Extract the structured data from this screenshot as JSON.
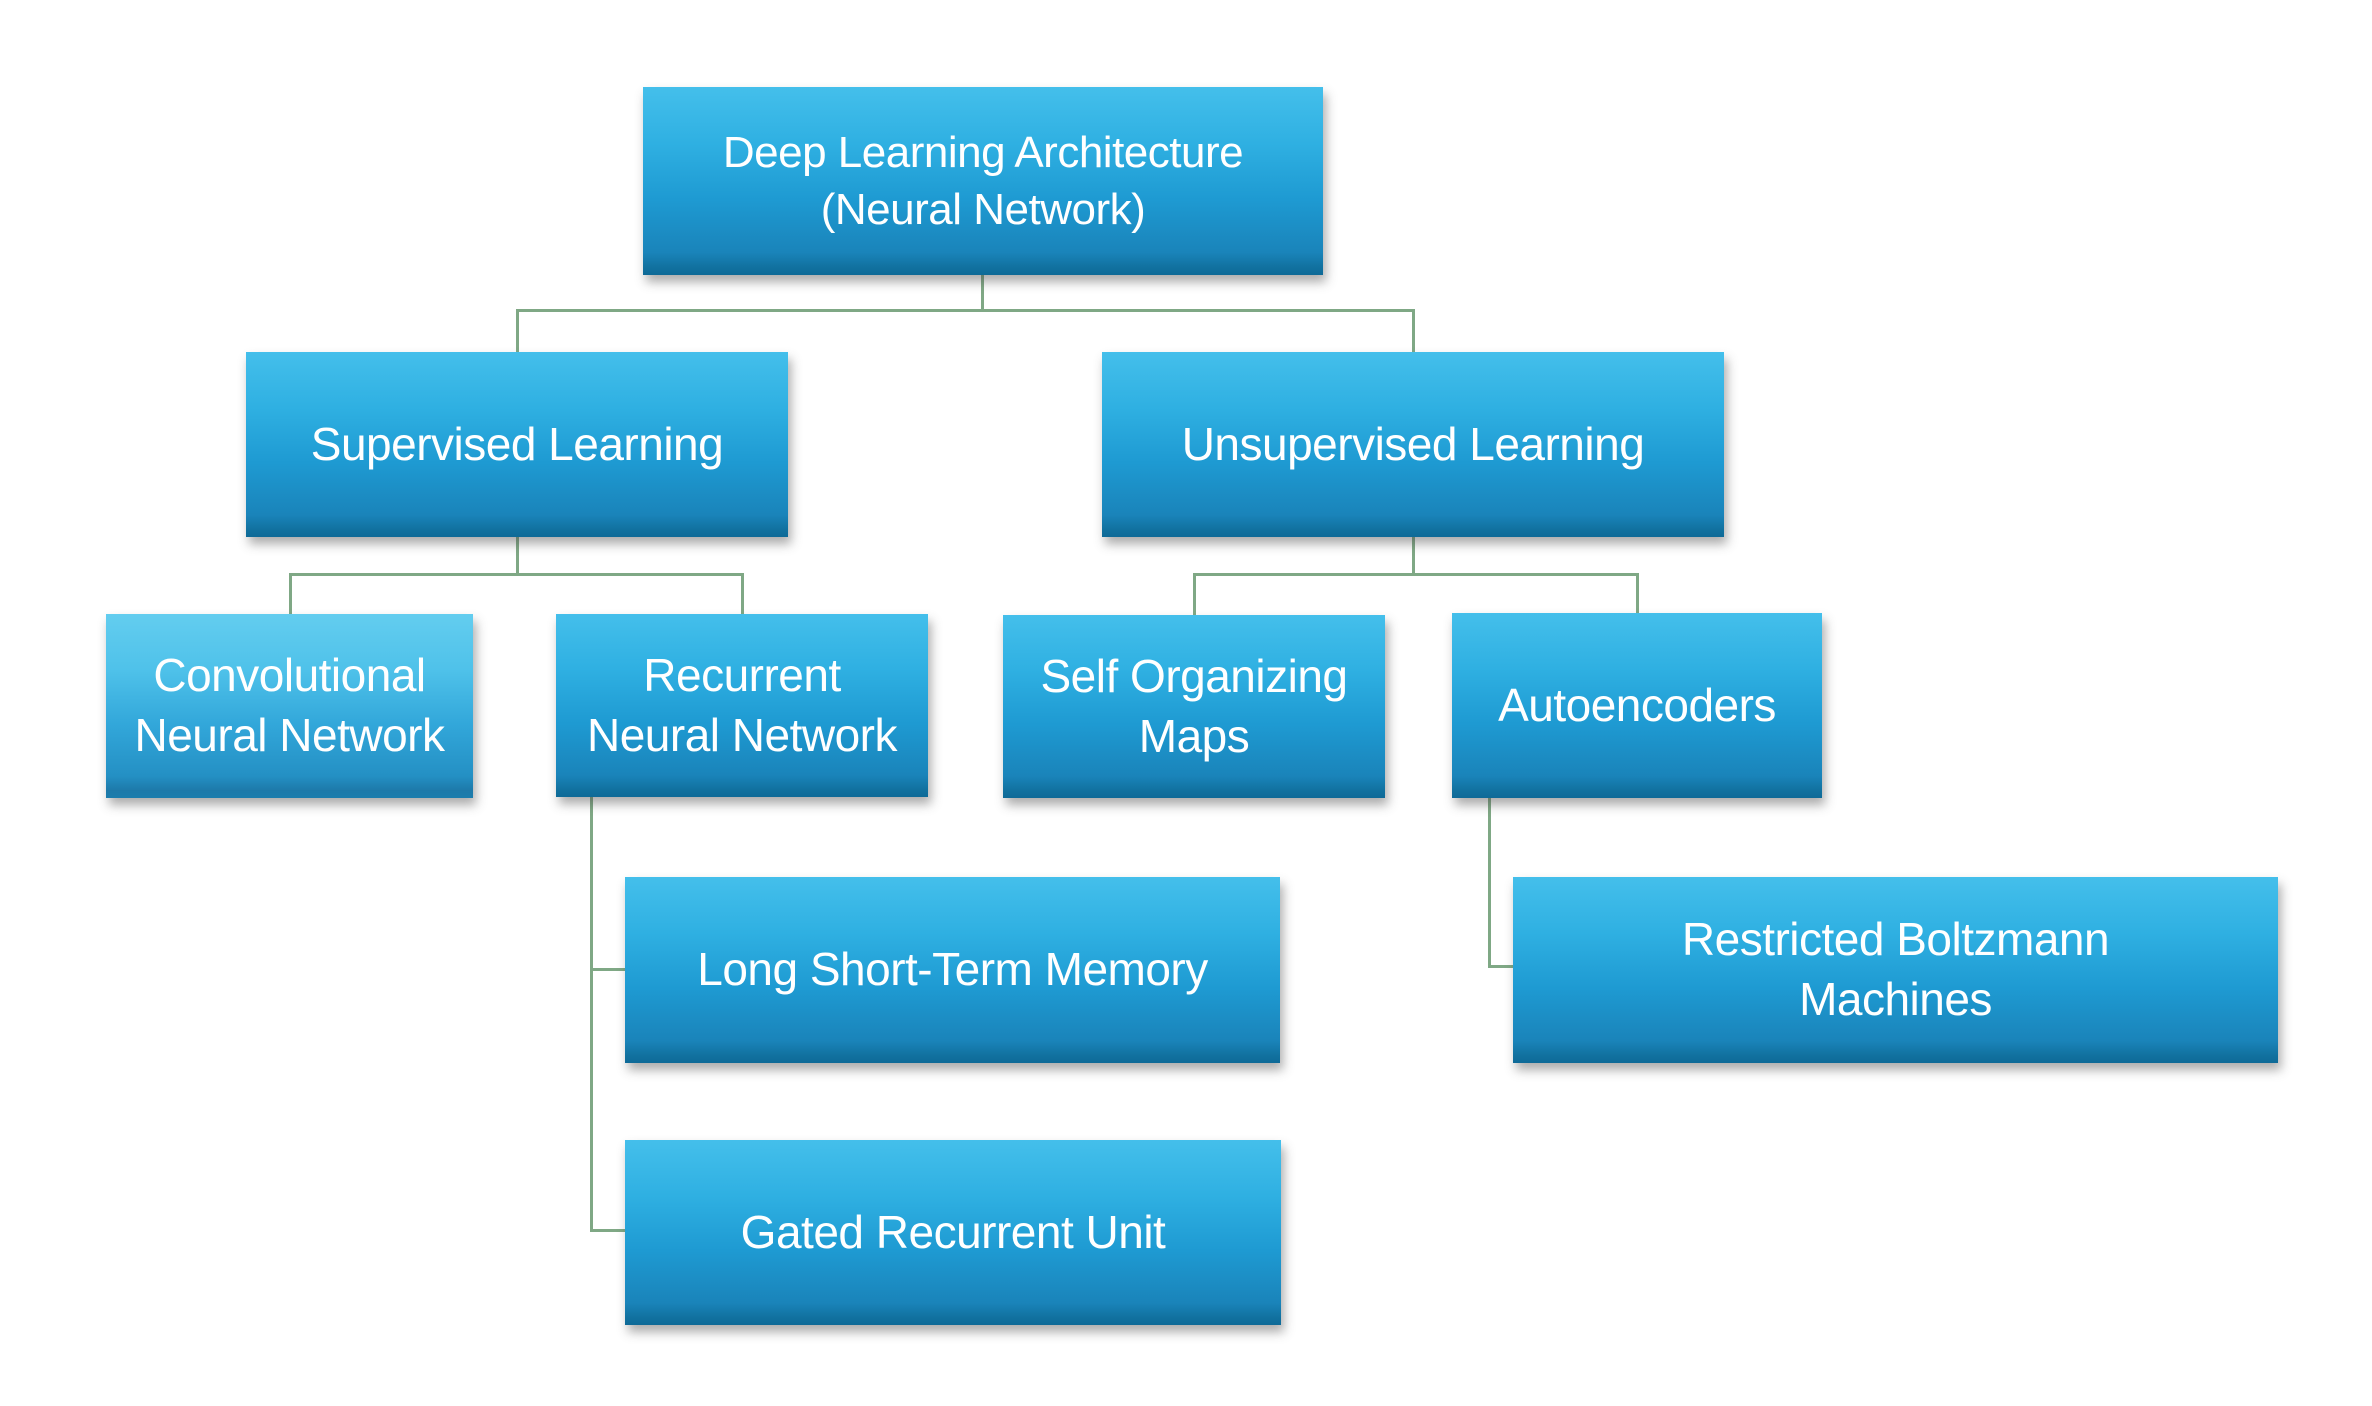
{
  "diagram": {
    "kind": "hierarchy-org-chart",
    "root_label": "Deep Learning Architecture (Neural Network)"
  },
  "colors": {
    "background": "#ffffff",
    "node_text": "#ffffff",
    "node_gradient_top": "#44bfeb",
    "node_gradient_bottom": "#0e6a97",
    "node_light_gradient_top": "#63cdef",
    "node_light_gradient_bottom": "#1b7dad",
    "connector": "#7fa885"
  },
  "nodes": {
    "root": {
      "label": "Deep Learning Architecture\n(Neural Network)"
    },
    "supervised": {
      "label": "Supervised Learning"
    },
    "unsupervised": {
      "label": "Unsupervised Learning"
    },
    "cnn": {
      "label": "Convolutional\nNeural Network"
    },
    "rnn": {
      "label": "Recurrent\nNeural Network"
    },
    "som": {
      "label": "Self Organizing\nMaps"
    },
    "autoencoders": {
      "label": "Autoencoders"
    },
    "lstm": {
      "label": "Long Short-Term Memory"
    },
    "rbm": {
      "label": "Restricted Boltzmann\nMachines"
    },
    "gru": {
      "label": "Gated Recurrent Unit"
    }
  },
  "hierarchy": [
    {
      "parent": "root",
      "child": "supervised"
    },
    {
      "parent": "root",
      "child": "unsupervised"
    },
    {
      "parent": "supervised",
      "child": "cnn"
    },
    {
      "parent": "supervised",
      "child": "rnn"
    },
    {
      "parent": "rnn",
      "child": "lstm"
    },
    {
      "parent": "rnn",
      "child": "gru"
    },
    {
      "parent": "unsupervised",
      "child": "som"
    },
    {
      "parent": "unsupervised",
      "child": "autoencoders"
    },
    {
      "parent": "autoencoders",
      "child": "rbm"
    }
  ]
}
